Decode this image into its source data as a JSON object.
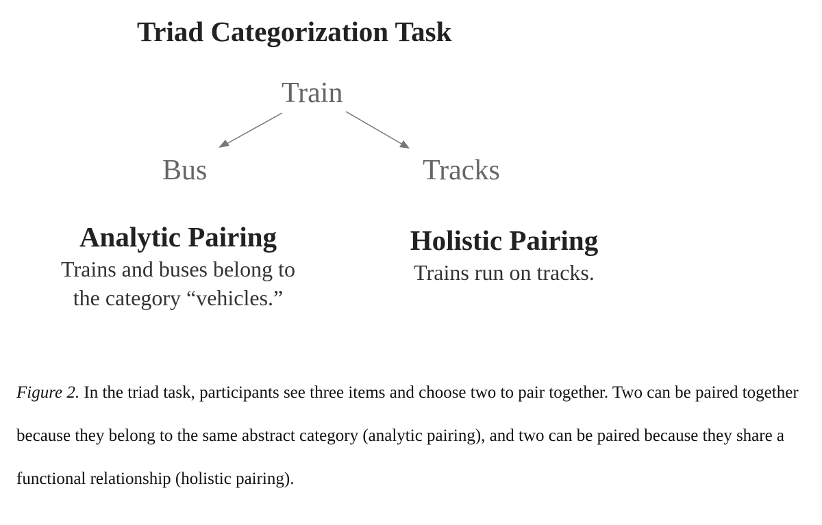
{
  "title": "Triad Categorization Task",
  "nodes": {
    "top": "Train",
    "left": "Bus",
    "right": "Tracks"
  },
  "analytic": {
    "title": "Analytic Pairing",
    "description_line1": "Trains and buses belong to",
    "description_line2": "the category “vehicles.”"
  },
  "holistic": {
    "title": "Holistic Pairing",
    "description": "Trains run on tracks."
  },
  "caption": {
    "label": "Figure 2.",
    "text": " In the triad task, participants see three items and choose two to pair together. Two can be paired together because they belong to the same abstract category (analytic pairing), and two can be paired because they share a functional relationship (holistic pairing)."
  },
  "colors": {
    "node_text": "#666666",
    "arrow": "#777777"
  }
}
